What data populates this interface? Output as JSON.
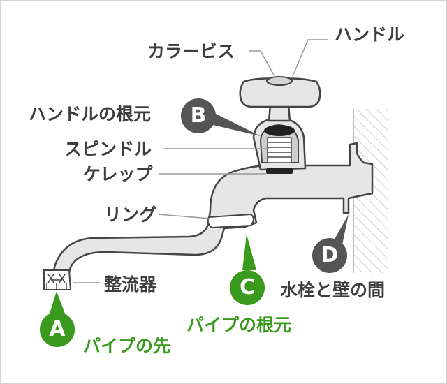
{
  "labels": {
    "color_screw": "カラービス",
    "handle": "ハンドル",
    "handle_base": "ハンドルの根元",
    "spindle": "スピンドル",
    "kelep": "ケレップ",
    "ring": "リング",
    "aerator": "整流器",
    "pipe_tip": "パイプの先",
    "pipe_base": "パイプの根元",
    "gap_wall": "水栓と壁の間"
  },
  "markers": {
    "a": "A",
    "b": "B",
    "c": "C",
    "d": "D"
  },
  "colors": {
    "accent_green": "#3a9a1e",
    "marker_gray": "#555555",
    "text_dark": "#3d3d3d",
    "faucet_fill": "#e6e6e6",
    "outline": "#444444"
  }
}
